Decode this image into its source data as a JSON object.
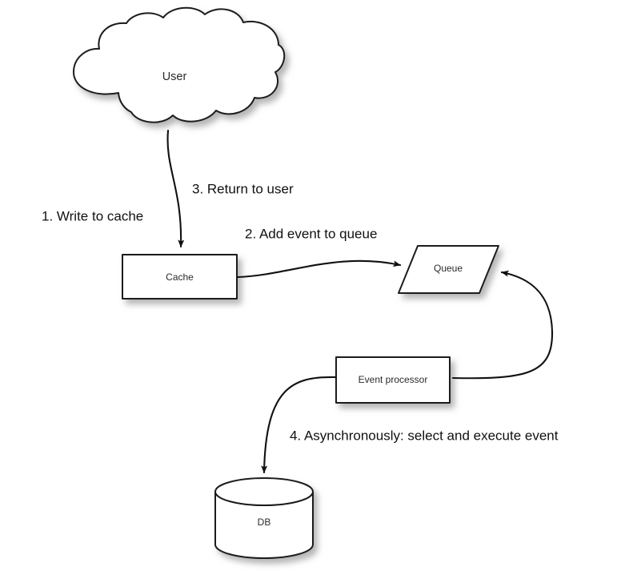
{
  "diagram": {
    "title_present": false,
    "background_color": "#ffffff",
    "stroke_color": "#111111",
    "text_color": "#111111",
    "nodes": [
      {
        "id": "user",
        "label": "User",
        "shape": "cloud"
      },
      {
        "id": "cache",
        "label": "Cache",
        "shape": "rectangle"
      },
      {
        "id": "queue",
        "label": "Queue",
        "shape": "parallelogram"
      },
      {
        "id": "event_processor",
        "label": "Event processor",
        "shape": "rectangle"
      },
      {
        "id": "db",
        "label": "DB",
        "shape": "cylinder"
      }
    ],
    "edge_labels": [
      {
        "id": "step1",
        "text": "1. Write to cache"
      },
      {
        "id": "step2",
        "text": "2. Add event to queue"
      },
      {
        "id": "step3",
        "text": "3. Return to user"
      },
      {
        "id": "step4",
        "text": "4. Asynchronously: select and execute event"
      }
    ],
    "edges": [
      {
        "id": "user-to-cache",
        "from": "user",
        "to": "cache",
        "label": "3. Return to user"
      },
      {
        "id": "cache-to-queue",
        "from": "cache",
        "to": "queue",
        "label": "2. Add event to queue"
      },
      {
        "id": "queue-to-processor",
        "from": "event_processor",
        "to": "queue",
        "label": ""
      },
      {
        "id": "processor-to-db",
        "from": "event_processor",
        "to": "db",
        "label": "4. Asynchronously: select and execute event"
      }
    ]
  }
}
